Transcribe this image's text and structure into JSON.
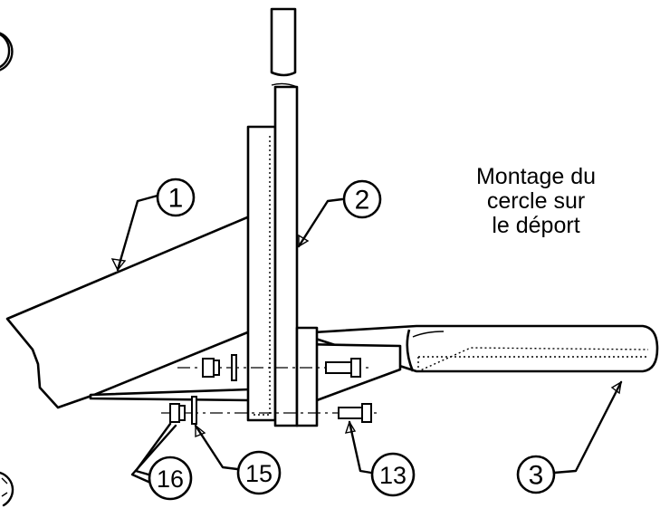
{
  "caption": {
    "lines": [
      "Montage du",
      "cercle sur",
      "le déport"
    ]
  },
  "callouts": {
    "c1": "1",
    "c2": "2",
    "c3": "3",
    "c13": "13",
    "c15": "15",
    "c16": "16"
  },
  "colors": {
    "ink": "#000000",
    "paper": "#ffffff"
  }
}
